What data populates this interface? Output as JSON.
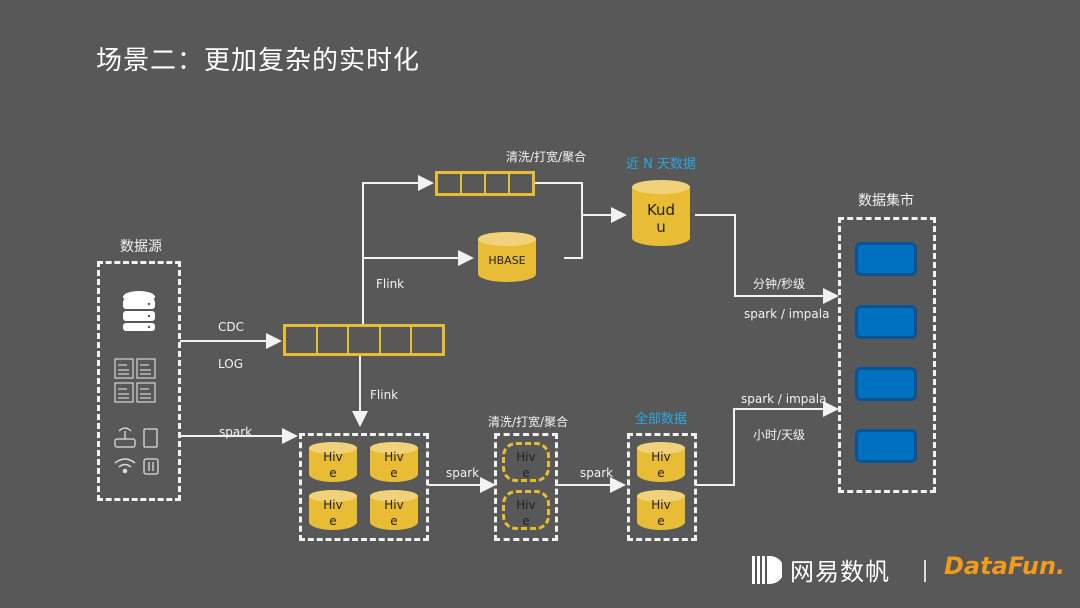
{
  "title": "场景二：更加复杂的实时化",
  "sections": {
    "data_source": {
      "label": "数据源",
      "icons": [
        "database-icon",
        "document-icon",
        "document-icon",
        "document-icon",
        "document-icon",
        "router-icon",
        "tablet-icon",
        "wifi-icon",
        "sensor-icon"
      ]
    },
    "data_mart": {
      "label": "数据集市",
      "blocks": 4
    }
  },
  "edges": {
    "cdc": "CDC",
    "log": "LOG",
    "spark_source": "spark",
    "flink_up": "Flink",
    "flink_down": "Flink",
    "clean_top": "清洗/打宽/聚合",
    "clean_bottom": "清洗/打宽/聚合",
    "spark_mid1": "spark",
    "spark_mid2": "spark",
    "minute_level": "分钟/秒级",
    "spark_impala_top": "spark / impala",
    "spark_impala_bottom": "spark / impala",
    "hour_level": "小时/天级"
  },
  "stores": {
    "kudu": {
      "label_line1": "Kud",
      "label_line2": "u",
      "caption": "近 N 天数据"
    },
    "hbase": {
      "label": "HBASE"
    },
    "hive": {
      "line1": "Hiv",
      "line2": "e"
    },
    "all_data_caption": "全部数据"
  },
  "queues": {
    "main_cells": 5,
    "top_cells": 4
  },
  "footer": {
    "brand": "网易数帆",
    "partner": "DataFun."
  },
  "colors": {
    "background": "#585858",
    "accent_yellow": "#e8bd35",
    "accent_blue": "#29a8e0",
    "mart_blue": "#0070c0"
  }
}
